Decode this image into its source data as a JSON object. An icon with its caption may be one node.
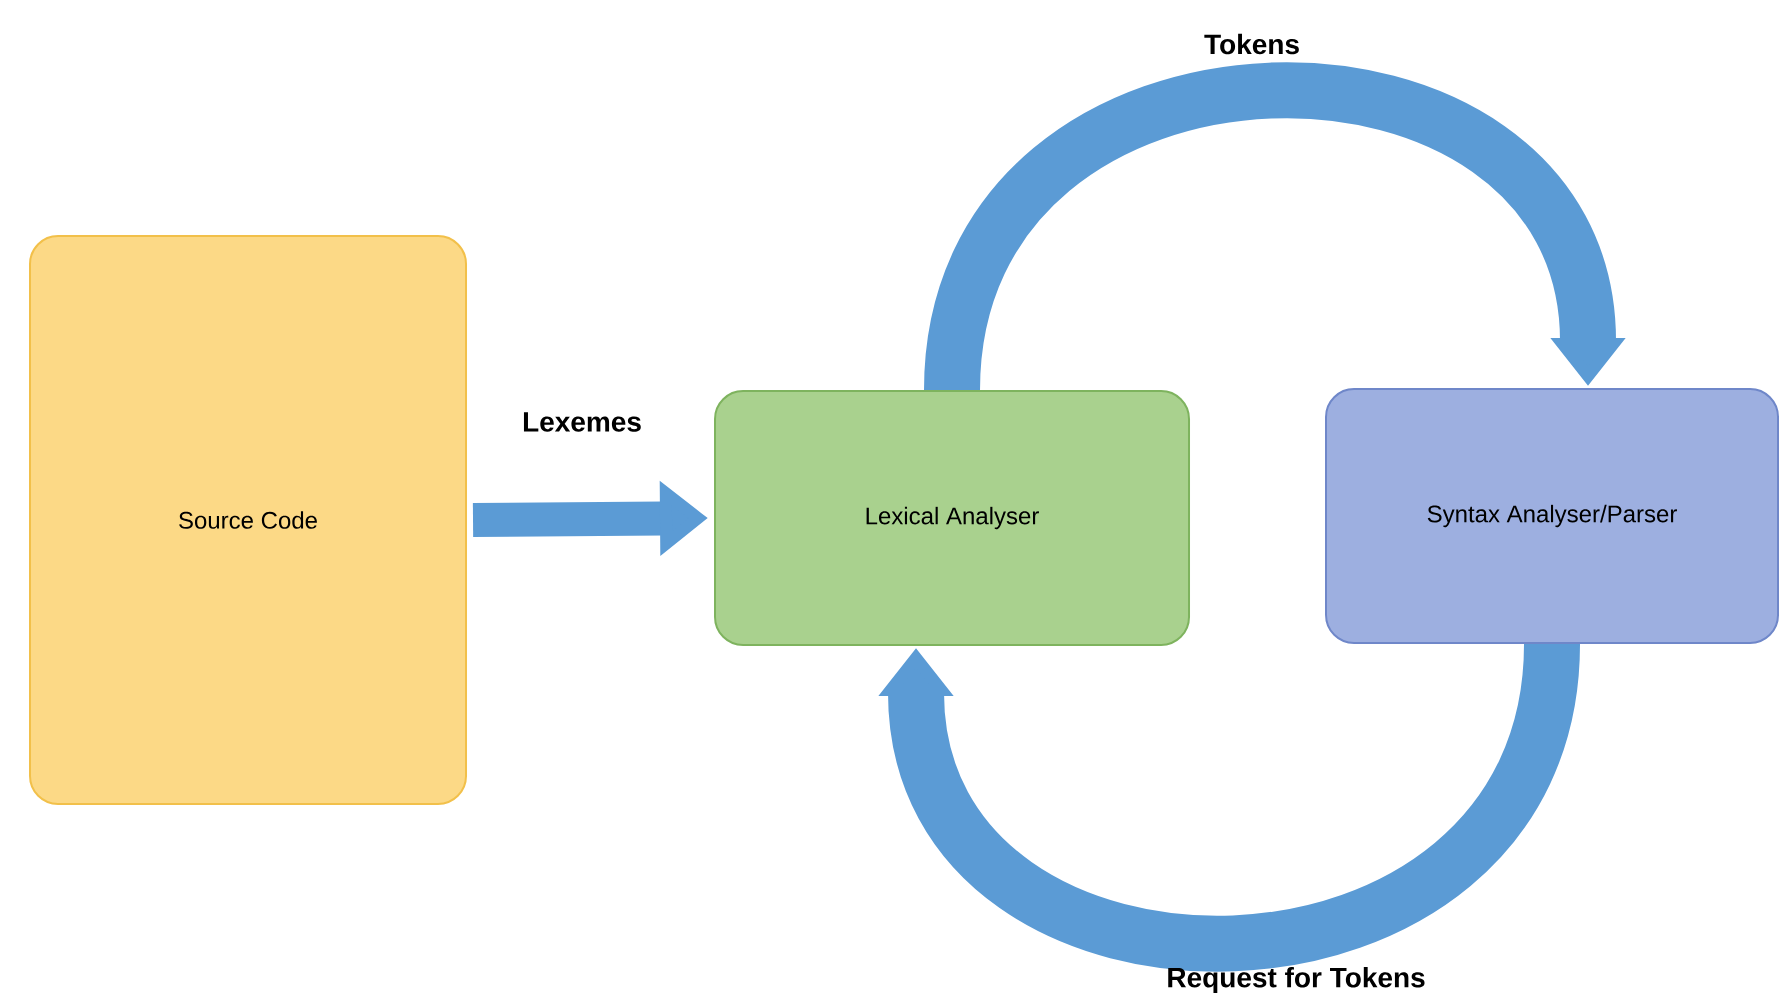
{
  "diagram": {
    "nodes": [
      {
        "text": [
          "Source Code"
        ]
      },
      {
        "text": [
          "Lexical Analyser"
        ]
      },
      {
        "text": [
          "Syntax Analyser/Parser"
        ]
      }
    ],
    "edges": [
      {
        "from": 0,
        "to": 1,
        "arrow": "to",
        "label": "Lexemes"
      },
      {
        "from": 1,
        "to": 2,
        "arrow": "to",
        "label": "Tokens"
      },
      {
        "from": 2,
        "to": 1,
        "arrow": "to",
        "label": "Request for Tokens"
      }
    ]
  }
}
